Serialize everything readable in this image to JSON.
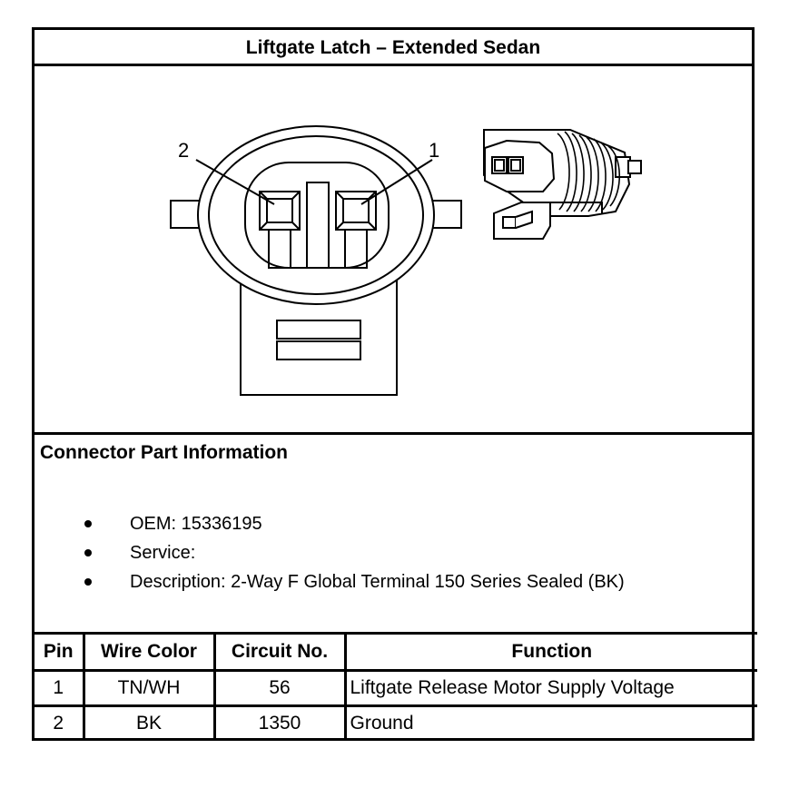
{
  "title": "Liftgate Latch – Extended Sedan",
  "figure": {
    "callout_pin2": "2",
    "callout_pin1": "1"
  },
  "connector_info": {
    "heading": "Connector Part Information",
    "items": [
      "OEM: 15336195",
      "Service:",
      "Description: 2-Way F Global Terminal 150 Series Sealed (BK)"
    ]
  },
  "pin_table": {
    "headers": [
      "Pin",
      "Wire Color",
      "Circuit No.",
      "Function"
    ],
    "rows": [
      [
        "1",
        "TN/WH",
        "56",
        "Liftgate Release Motor Supply Voltage"
      ],
      [
        "2",
        "BK",
        "1350",
        "Ground"
      ]
    ]
  }
}
